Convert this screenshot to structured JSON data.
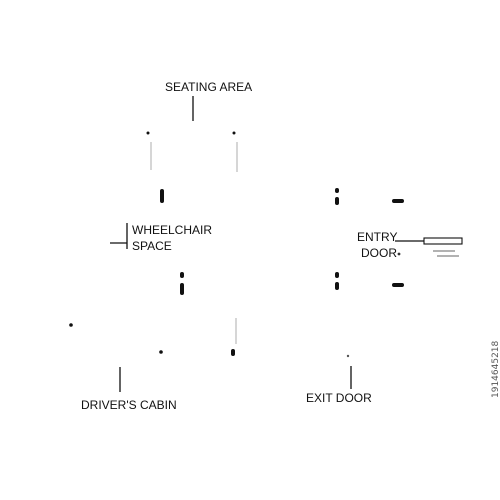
{
  "labels": {
    "seating_area": "SEATING AREA",
    "wheelchair_line1": "WHEELCHAIR",
    "wheelchair_line2": "SPACE",
    "entry_line1": "ENTRY",
    "entry_line2": "DOOR",
    "drivers_cabin": "DRIVER'S CABIN",
    "exit_door": "EXIT DOOR"
  },
  "watermark": {
    "stock_id": "1914645218"
  }
}
